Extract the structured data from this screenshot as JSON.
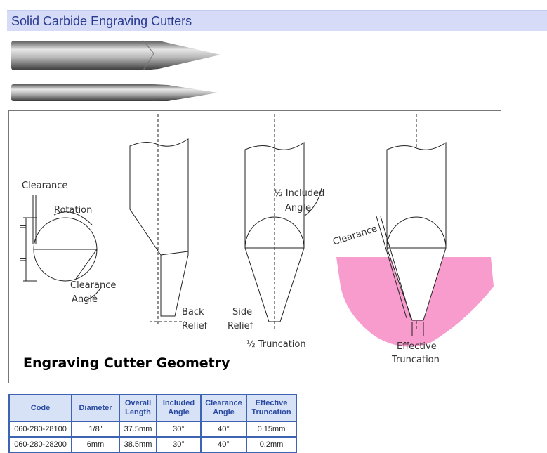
{
  "title": "Solid Carbide Engraving Cutters",
  "diagram": {
    "labels": {
      "clearance_top": "Clearance",
      "rotation": "Rotation",
      "clearance_angle_1": "Clearance",
      "clearance_angle_2": "Angle",
      "half_included_1": "½ Included",
      "half_included_2": "Angle",
      "back_relief_1": "Back",
      "back_relief_2": "Relief",
      "side_relief_1": "Side",
      "side_relief_2": "Relief",
      "half_truncation": "½ Truncation",
      "clearance_slanted": "Clearance",
      "effective_1": "Effective",
      "effective_2": "Truncation",
      "equal_1": "=",
      "equal_2": "="
    },
    "caption": "Engraving Cutter Geometry",
    "colors": {
      "workpiece": "#f79ccc",
      "line": "#222222"
    }
  },
  "table": {
    "headers": [
      "Code",
      "Diameter",
      "Overall Length",
      "Included Angle",
      "Clearance Angle",
      "Effective Truncation"
    ],
    "rows": [
      [
        "060-280-28100",
        "1/8\"",
        "37.5mm",
        "30°",
        "40°",
        "0.15mm"
      ],
      [
        "060-280-28200",
        "6mm",
        "38.5mm",
        "30°",
        "40°",
        "0.2mm"
      ]
    ],
    "accent": "#3d63b3"
  }
}
